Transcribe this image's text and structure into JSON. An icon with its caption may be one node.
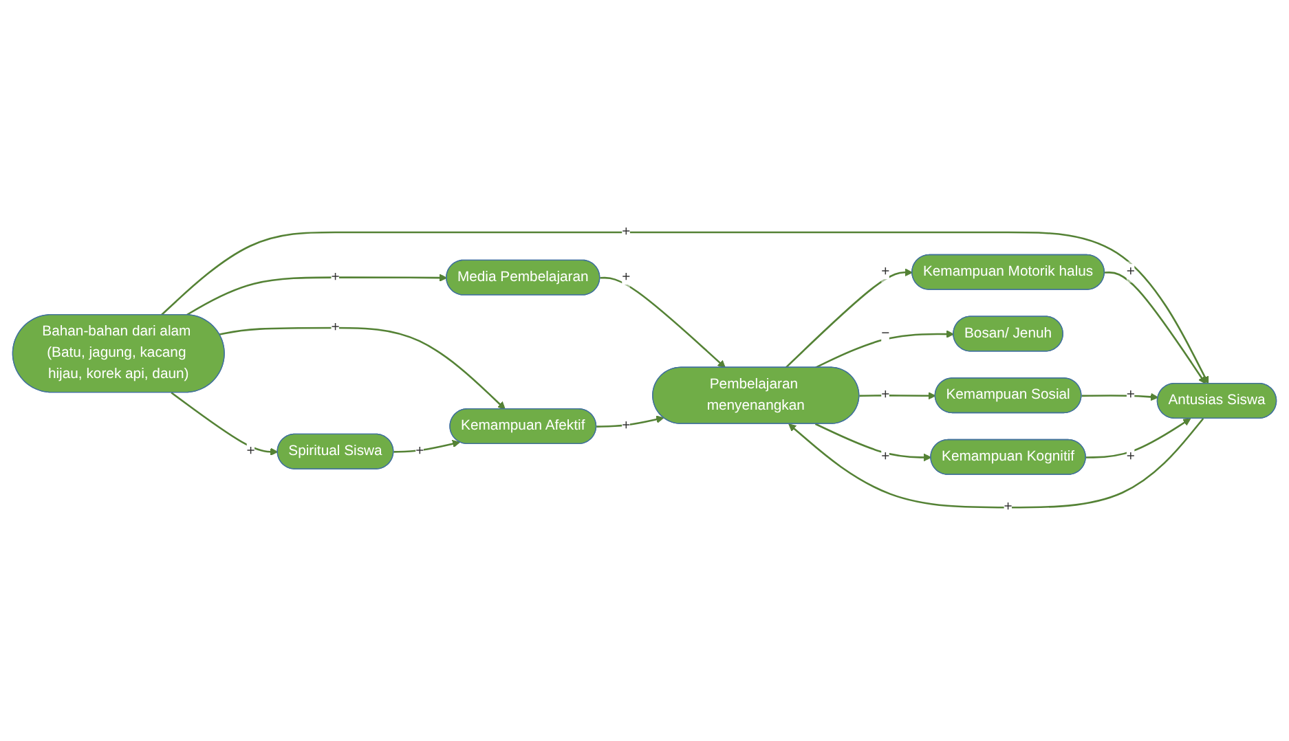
{
  "diagram": {
    "nodes": [
      {
        "text": [
          "Bahan-bahan dari alam (Batu, jagung, kacang hijau, korek api, daun)"
        ]
      },
      {
        "text": [
          "Media Pembelajaran"
        ]
      },
      {
        "text": [
          "Antusias Siswa"
        ]
      },
      {
        "text": [
          "Pembelajaran menyenangkan"
        ]
      },
      {
        "text": [
          "Kemampuan Sosial"
        ]
      },
      {
        "text": [
          "Spiritual Siswa"
        ]
      },
      {
        "text": [
          "Kemampuan Afektif"
        ]
      },
      {
        "text": [
          "Kemampuan Motorik halus"
        ]
      },
      {
        "text": [
          "Bosan/ Jenuh"
        ]
      },
      {
        "text": [
          "Kemampuan Kognitif"
        ]
      }
    ],
    "edges": [
      {
        "from": 0,
        "to": 1,
        "arrow": "to",
        "label": "+"
      },
      {
        "from": 0,
        "to": 2,
        "arrow": "to",
        "label": "+"
      },
      {
        "from": 7,
        "to": 2,
        "arrow": "to",
        "label": "+"
      },
      {
        "from": 4,
        "to": 2,
        "arrow": "to",
        "label": "+"
      },
      {
        "from": 9,
        "to": 2,
        "arrow": "to",
        "label": "+"
      },
      {
        "from": 1,
        "to": 3,
        "arrow": "to",
        "label": "+"
      },
      {
        "from": 2,
        "to": 3,
        "arrow": "to",
        "label": "+"
      },
      {
        "from": 3,
        "to": 4,
        "arrow": "to",
        "label": "+"
      },
      {
        "from": 0,
        "to": 5,
        "arrow": "to",
        "label": "+"
      },
      {
        "from": 6,
        "to": 3,
        "arrow": "to",
        "label": "+"
      },
      {
        "from": 0,
        "to": 6,
        "arrow": "to",
        "label": "+"
      },
      {
        "from": 5,
        "to": 6,
        "arrow": "to",
        "label": "+"
      },
      {
        "from": 3,
        "to": 8,
        "arrow": "to",
        "label": "−"
      },
      {
        "from": 3,
        "to": 7,
        "arrow": "to",
        "label": "+"
      },
      {
        "from": 3,
        "to": 9,
        "arrow": "to",
        "label": "+"
      }
    ]
  }
}
